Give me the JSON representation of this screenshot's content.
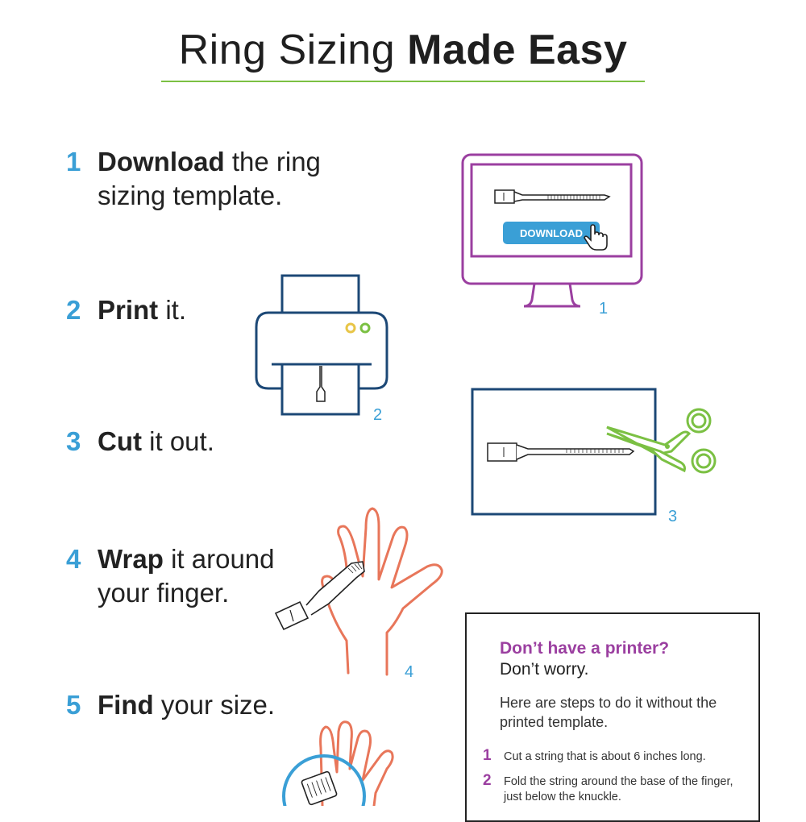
{
  "title": {
    "light": "Ring Sizing ",
    "bold": "Made Easy"
  },
  "steps": [
    {
      "num": "1",
      "keyword": "Download",
      "rest": " the ring",
      "rest2": "sizing template."
    },
    {
      "num": "2",
      "keyword": "Print",
      "rest": " it."
    },
    {
      "num": "3",
      "keyword": "Cut",
      "rest": " it out."
    },
    {
      "num": "4",
      "keyword": "Wrap",
      "rest": " it around",
      "rest2": "your finger."
    },
    {
      "num": "5",
      "keyword": "Find",
      "rest": " your size."
    }
  ],
  "figures": {
    "monitor": {
      "number": "1",
      "button_label": "DOWNLOAD"
    },
    "printer": {
      "number": "2"
    },
    "scissors": {
      "number": "3"
    },
    "hand": {
      "number": "4"
    }
  },
  "info": {
    "question": "Don’t have a printer?",
    "answer": "Don’t worry.",
    "intro": "Here are steps to do it without the printed template.",
    "items": [
      {
        "n": "1",
        "text": "Cut a string that is about 6 inches long."
      },
      {
        "n": "2",
        "text": "Fold the string around the base of the finger, just below the knuckle."
      }
    ]
  },
  "colors": {
    "accent_blue": "#3a9fd6",
    "rule_green": "#7bc043",
    "monitor_purple": "#9b3fa0",
    "printer_navy": "#1c4876",
    "hand_orange": "#e8765a",
    "scissors_green": "#7bc043",
    "button_blue": "#3a9fd6"
  }
}
